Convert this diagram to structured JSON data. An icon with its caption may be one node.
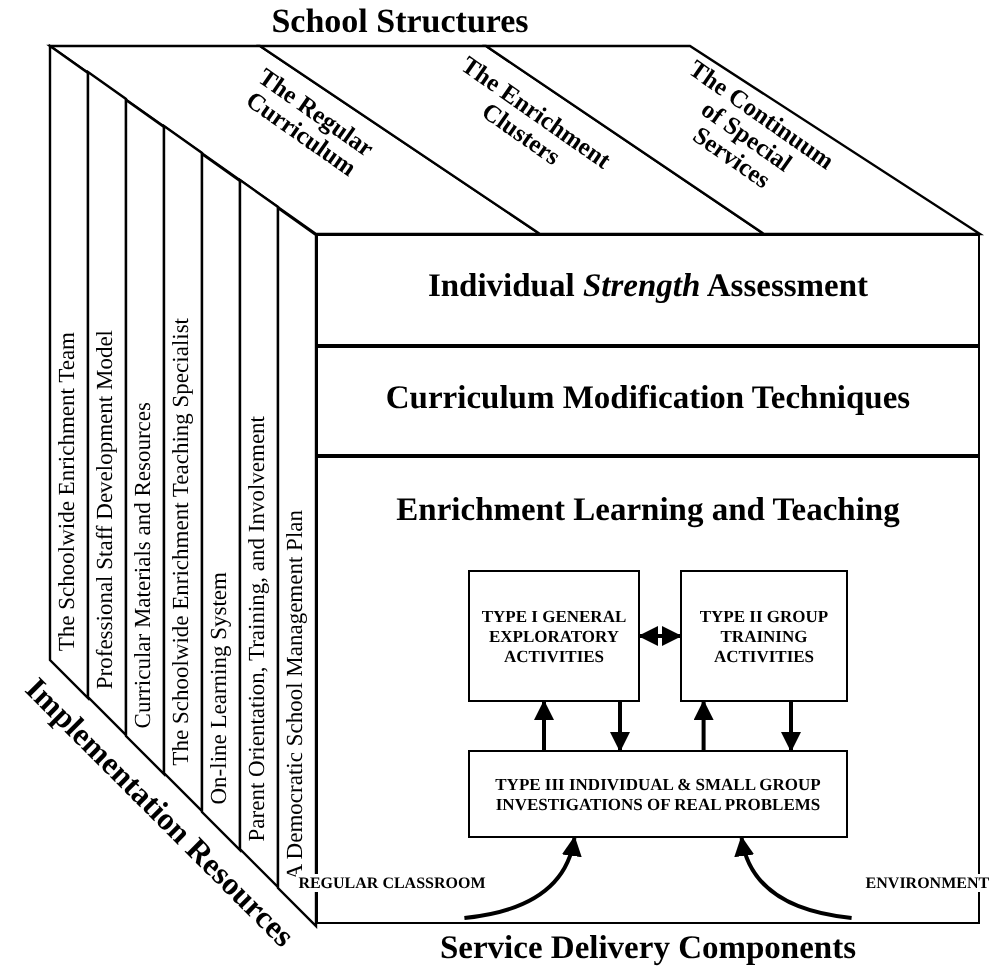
{
  "diagram": {
    "nodes": [
      {
        "text": [
          "The Regular Curriculum"
        ]
      },
      {
        "text": [
          "The Enrichment Clusters"
        ]
      },
      {
        "text": [
          "The Continuum of Special Services"
        ]
      },
      {
        "text": [
          "The Schoolwide Enrichment Team"
        ]
      },
      {
        "text": [
          "Professional Staff Development Model"
        ]
      },
      {
        "text": [
          "Curricular Materials and Resources"
        ]
      },
      {
        "text": [
          "The Schoolwide Enrichment Teaching Specialist"
        ]
      },
      {
        "text": [
          "On-line Learning System"
        ]
      },
      {
        "text": [
          "Parent Orientation, Training, and Involvement"
        ]
      },
      {
        "text": [
          "A Democratic School Management Plan"
        ]
      },
      {
        "text": [
          "Individual *Strength* Assessment"
        ]
      },
      {
        "text": [
          "Curriculum Modification Techniques"
        ]
      },
      {
        "text": [
          "Enrichment Learning and Teaching"
        ]
      },
      {
        "text": [
          "TYPE I GENERAL EXPLORATORY ACTIVITIES"
        ],
        "in": 12
      },
      {
        "text": [
          "TYPE II GROUP TRAINING ACTIVITIES"
        ],
        "in": 12
      },
      {
        "text": [
          "TYPE III INDIVIDUAL & SMALL GROUP INVESTIGATIONS OF REAL PROBLEMS"
        ],
        "in": 12
      }
    ],
    "edges": [
      {
        "from": 13,
        "to": 14,
        "arrow": "both"
      },
      {
        "from": 15,
        "to": 13,
        "arrow": "to"
      },
      {
        "from": 13,
        "to": 15,
        "arrow": "to"
      },
      {
        "from": 15,
        "to": 14,
        "arrow": "to"
      },
      {
        "from": 14,
        "to": 15,
        "arrow": "to"
      },
      {
        "from": null,
        "to": 15,
        "arrow": "to",
        "label": "REGULAR CLASSROOM"
      },
      {
        "from": null,
        "to": 15,
        "arrow": "to",
        "label": "ENVIRONMENT"
      }
    ],
    "labels": [
      "School Structures",
      "Implementation Resources",
      "Service Delivery Components"
    ]
  }
}
